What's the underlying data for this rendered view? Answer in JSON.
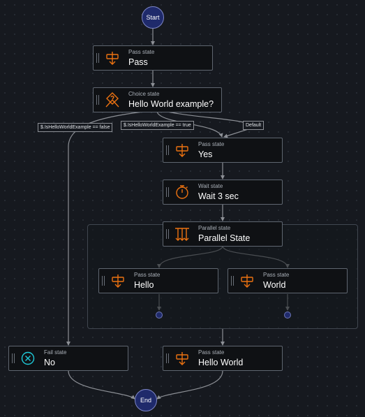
{
  "colors": {
    "icon_accent": "#ec7211",
    "fail_accent": "#1ec9d8",
    "terminal_fill": "#1f2a6b",
    "edge": "#8d9096"
  },
  "terminals": {
    "start": "Start",
    "end": "End"
  },
  "nodes": {
    "pass": {
      "type": "Pass state",
      "name": "Pass",
      "icon": "pass-icon"
    },
    "choice": {
      "type": "Choice state",
      "name": "Hello World example?",
      "icon": "choice-icon"
    },
    "yes": {
      "type": "Pass state",
      "name": "Yes",
      "icon": "pass-icon"
    },
    "wait": {
      "type": "Wait state",
      "name": "Wait 3 sec",
      "icon": "stopwatch-icon"
    },
    "parallel": {
      "type": "Parallel state",
      "name": "Parallel State",
      "icon": "parallel-icon"
    },
    "hello": {
      "type": "Pass state",
      "name": "Hello",
      "icon": "pass-icon"
    },
    "world": {
      "type": "Pass state",
      "name": "World",
      "icon": "pass-icon"
    },
    "no": {
      "type": "Fail state",
      "name": "No",
      "icon": "fail-icon"
    },
    "hello_world": {
      "type": "Pass state",
      "name": "Hello World",
      "icon": "pass-icon"
    }
  },
  "edge_labels": {
    "false_branch": "$.IsHelloWorldExample == false",
    "true_branch": "$.IsHelloWorldExample == true",
    "default_branch": "Default"
  }
}
